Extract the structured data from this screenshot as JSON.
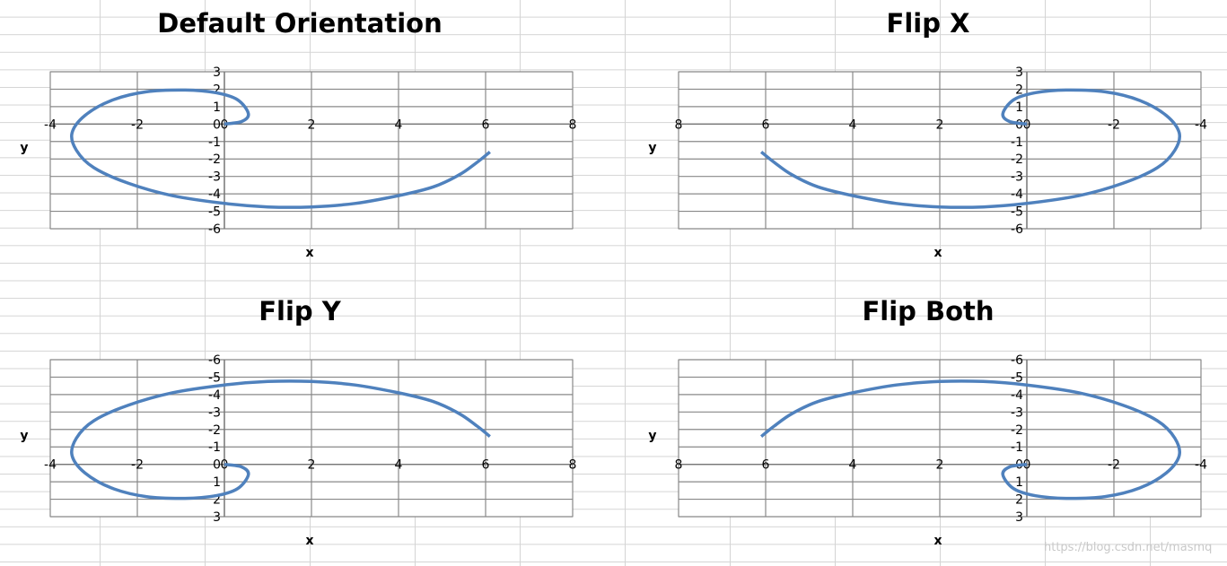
{
  "chart_data": [
    {
      "type": "line",
      "title": "Default Orientation",
      "xlabel": "x",
      "ylabel": "y",
      "xlim": [
        -4,
        8
      ],
      "ylim": [
        -6,
        3
      ],
      "x_reversed": false,
      "y_reversed": false,
      "xticks": [
        "-4",
        "-2",
        "0",
        "2",
        "4",
        "6",
        "8"
      ],
      "yticks": [
        "3",
        "2",
        "1",
        "0",
        "-1",
        "-2",
        "-3",
        "-4",
        "-5",
        "-6"
      ],
      "grid": true,
      "color": "#4F81BD",
      "series": [
        {
          "x": [
            0,
            0.4,
            0.55,
            0.3,
            -0.2,
            -0.9,
            -1.8,
            -2.6,
            -3.2,
            -3.5,
            -3.4,
            -3.0,
            -2.2,
            -1.2,
            0,
            1.0,
            2.0,
            3.0,
            4.0,
            4.8,
            5.4,
            5.8,
            6.1
          ],
          "y": [
            0,
            0.15,
            0.6,
            1.4,
            1.8,
            1.95,
            1.85,
            1.35,
            0.5,
            -0.5,
            -1.5,
            -2.5,
            -3.4,
            -4.1,
            -4.55,
            -4.75,
            -4.75,
            -4.55,
            -4.1,
            -3.6,
            -2.9,
            -2.2,
            -1.6
          ]
        }
      ]
    },
    {
      "type": "line",
      "title": "Flip X",
      "xlabel": "x",
      "ylabel": "y",
      "xlim": [
        -4,
        8
      ],
      "ylim": [
        -6,
        3
      ],
      "x_reversed": true,
      "y_reversed": false,
      "xticks": [
        "8",
        "6",
        "4",
        "2",
        "0",
        "-2",
        "-4"
      ],
      "yticks": [
        "3",
        "2",
        "1",
        "0",
        "-1",
        "-2",
        "-3",
        "-4",
        "-5",
        "-6"
      ],
      "grid": true,
      "color": "#4F81BD",
      "series": [
        {
          "x": [
            0,
            0.4,
            0.55,
            0.3,
            -0.2,
            -0.9,
            -1.8,
            -2.6,
            -3.2,
            -3.5,
            -3.4,
            -3.0,
            -2.2,
            -1.2,
            0,
            1.0,
            2.0,
            3.0,
            4.0,
            4.8,
            5.4,
            5.8,
            6.1
          ],
          "y": [
            0,
            0.15,
            0.6,
            1.4,
            1.8,
            1.95,
            1.85,
            1.35,
            0.5,
            -0.5,
            -1.5,
            -2.5,
            -3.4,
            -4.1,
            -4.55,
            -4.75,
            -4.75,
            -4.55,
            -4.1,
            -3.6,
            -2.9,
            -2.2,
            -1.6
          ]
        }
      ]
    },
    {
      "type": "line",
      "title": "Flip Y",
      "xlabel": "x",
      "ylabel": "y",
      "xlim": [
        -4,
        8
      ],
      "ylim": [
        -6,
        3
      ],
      "x_reversed": false,
      "y_reversed": true,
      "xticks": [
        "-4",
        "-2",
        "0",
        "2",
        "4",
        "6",
        "8"
      ],
      "yticks": [
        "-6",
        "-5",
        "-4",
        "-3",
        "-2",
        "-1",
        "0",
        "1",
        "2",
        "3"
      ],
      "grid": true,
      "color": "#4F81BD",
      "series": [
        {
          "x": [
            0,
            0.4,
            0.55,
            0.3,
            -0.2,
            -0.9,
            -1.8,
            -2.6,
            -3.2,
            -3.5,
            -3.4,
            -3.0,
            -2.2,
            -1.2,
            0,
            1.0,
            2.0,
            3.0,
            4.0,
            4.8,
            5.4,
            5.8,
            6.1
          ],
          "y": [
            0,
            0.15,
            0.6,
            1.4,
            1.8,
            1.95,
            1.85,
            1.35,
            0.5,
            -0.5,
            -1.5,
            -2.5,
            -3.4,
            -4.1,
            -4.55,
            -4.75,
            -4.75,
            -4.55,
            -4.1,
            -3.6,
            -2.9,
            -2.2,
            -1.6
          ]
        }
      ]
    },
    {
      "type": "line",
      "title": "Flip Both",
      "xlabel": "x",
      "ylabel": "y",
      "xlim": [
        -4,
        8
      ],
      "ylim": [
        -6,
        3
      ],
      "x_reversed": true,
      "y_reversed": true,
      "xticks": [
        "8",
        "6",
        "4",
        "2",
        "0",
        "-2",
        "-4"
      ],
      "yticks": [
        "-6",
        "-5",
        "-4",
        "-3",
        "-2",
        "-1",
        "0",
        "1",
        "2",
        "3"
      ],
      "grid": true,
      "color": "#4F81BD",
      "series": [
        {
          "x": [
            0,
            0.4,
            0.55,
            0.3,
            -0.2,
            -0.9,
            -1.8,
            -2.6,
            -3.2,
            -3.5,
            -3.4,
            -3.0,
            -2.2,
            -1.2,
            0,
            1.0,
            2.0,
            3.0,
            4.0,
            4.8,
            5.4,
            5.8,
            6.1
          ],
          "y": [
            0,
            0.15,
            0.6,
            1.4,
            1.8,
            1.95,
            1.85,
            1.35,
            0.5,
            -0.5,
            -1.5,
            -2.5,
            -3.4,
            -4.1,
            -4.55,
            -4.75,
            -4.75,
            -4.55,
            -4.1,
            -3.6,
            -2.9,
            -2.2,
            -1.6
          ]
        }
      ]
    }
  ],
  "watermark": "https://blog.csdn.net/masmq"
}
